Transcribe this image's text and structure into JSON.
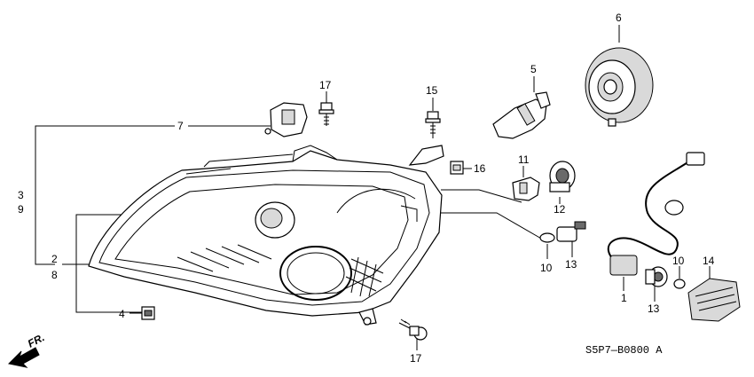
{
  "callouts": {
    "c1": "1",
    "c2": "2",
    "c3": "3",
    "c4": "4",
    "c5": "5",
    "c6": "6",
    "c7": "7",
    "c8": "8",
    "c9": "9",
    "c10a": "10",
    "c10b": "10",
    "c11": "11",
    "c12": "12",
    "c13a": "13",
    "c13b": "13",
    "c14": "14",
    "c15": "15",
    "c16": "16",
    "c17a": "17",
    "c17b": "17"
  },
  "front_indicator": "FR.",
  "diagram_code": "S5P7—B0800 A"
}
